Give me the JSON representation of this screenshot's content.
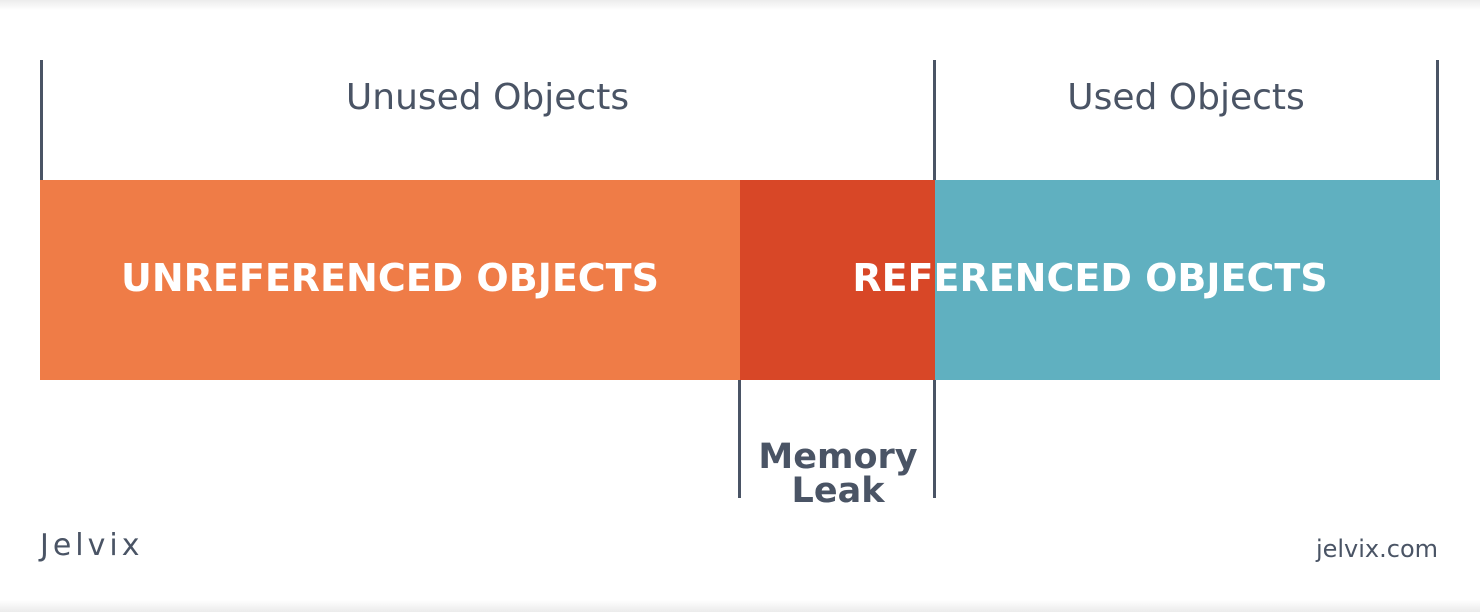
{
  "labels": {
    "unused_objects": "Unused Objects",
    "used_objects": "Used Objects",
    "unreferenced_objects": "UNREFERENCED OBJECTS",
    "referenced_objects": "REFERENCED OBJECTS",
    "memory_leak_line1": "Memory",
    "memory_leak_line2": "Leak"
  },
  "branding": {
    "logo": "Jelvix",
    "site": "jelvix.com"
  },
  "colors": {
    "unreferenced": "#ef7c47",
    "leak": "#d84727",
    "referenced": "#60b0c0",
    "text_dark": "#4a5465",
    "text_light": "#ffffff"
  }
}
